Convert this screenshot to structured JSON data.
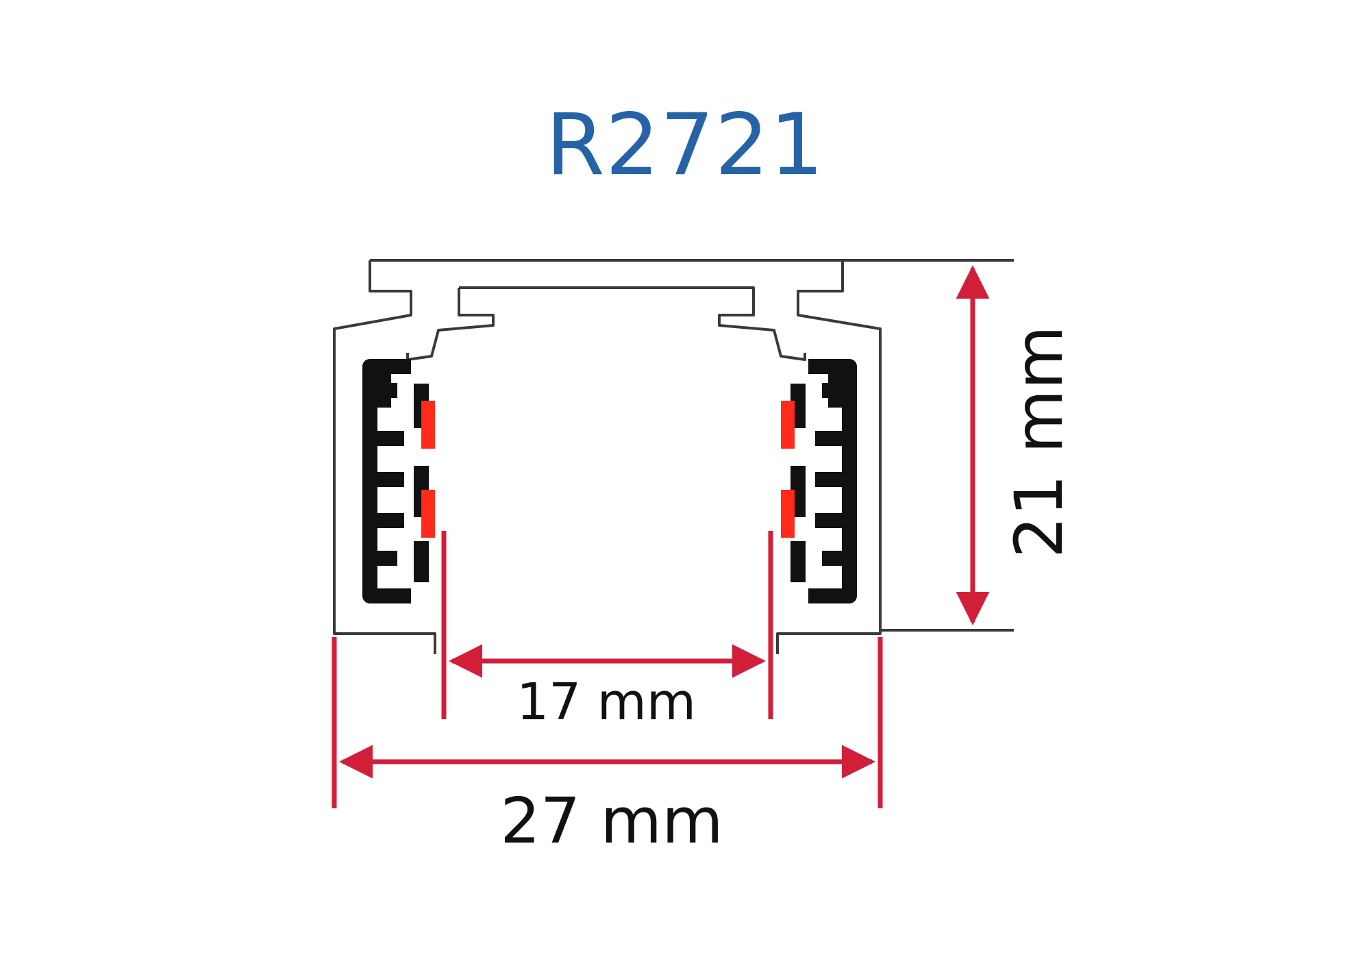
{
  "title": "R2721",
  "dimensions": {
    "height_label": "21 mm",
    "inner_width_label": "17 mm",
    "outer_width_label": "27 mm"
  },
  "colors": {
    "title": "#2563a6",
    "dimension": "#d11f3a",
    "outline": "#3a3a3a",
    "insulator": "#111111",
    "conductor": "#ff2a1a"
  }
}
